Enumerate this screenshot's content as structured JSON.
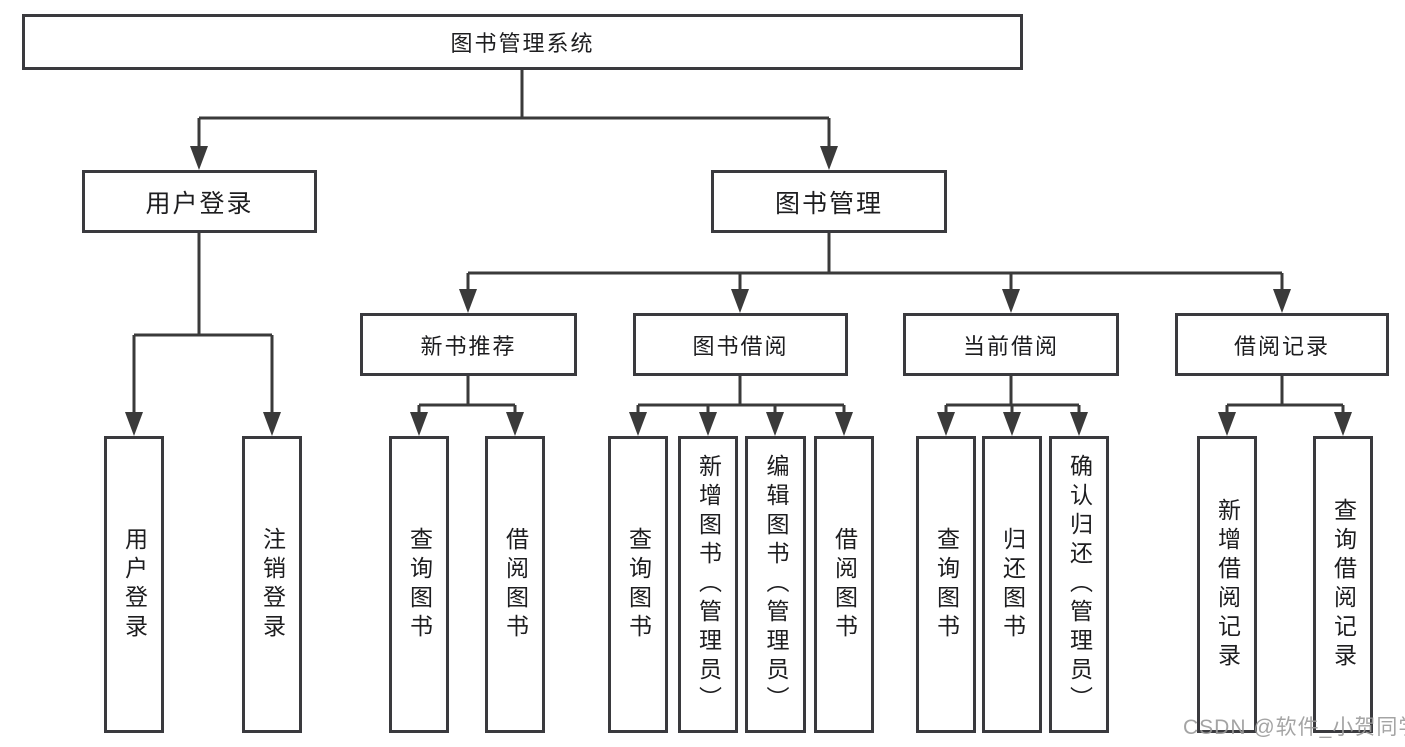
{
  "colors": {
    "line": "#3a3a3a",
    "box_border": "#3a3a3e",
    "text": "#1d1d1f",
    "watermark": "#9b9b9b",
    "background": "#ffffff"
  },
  "diagram": {
    "root": "图书管理系统",
    "level2": [
      {
        "label": "用户登录",
        "leaves": [
          "用户登录",
          "注销登录"
        ]
      },
      {
        "label": "图书管理",
        "modules": [
          {
            "label": "新书推荐",
            "leaves": [
              "查询图书",
              "借阅图书"
            ]
          },
          {
            "label": "图书借阅",
            "leaves": [
              "查询图书",
              "新增图书（管理员）",
              "编辑图书（管理员）",
              "借阅图书"
            ]
          },
          {
            "label": "当前借阅",
            "leaves": [
              "查询图书",
              "归还图书",
              "确认归还（管理员）"
            ]
          },
          {
            "label": "借阅记录",
            "leaves": [
              "新增借阅记录",
              "查询借阅记录"
            ]
          }
        ]
      }
    ]
  },
  "watermark": {
    "text": "CSDN @软件_小贺同学"
  }
}
